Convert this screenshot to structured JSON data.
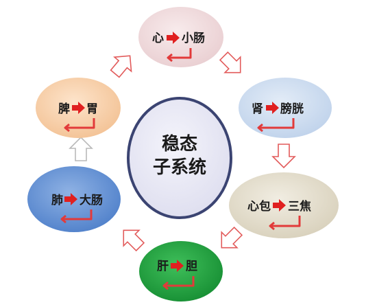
{
  "center": {
    "line1": "稳态",
    "line2": "子系统"
  },
  "nodes": [
    {
      "id": "heart",
      "from": "心",
      "to": "小肠",
      "fill": "#ebd3d5"
    },
    {
      "id": "kidney",
      "from": "肾",
      "to": "膀胱",
      "fill": "#c6d6ec"
    },
    {
      "id": "pericardium",
      "from": "心包",
      "to": "三焦",
      "fill": "#ddd6c3"
    },
    {
      "id": "liver",
      "from": "肝",
      "to": "胆",
      "fill": "#1f9a3e"
    },
    {
      "id": "lung",
      "from": "肺",
      "to": "大肠",
      "fill": "#5f8ed2"
    },
    {
      "id": "spleen",
      "from": "脾",
      "to": "胃",
      "fill": "#f6cda5"
    }
  ],
  "colors": {
    "arrow_red": "#e02020",
    "cycle_arrow_stroke": "#e23a3a",
    "gray_arrow": "#b9b9b9",
    "center_fill": "#e6e6f3",
    "center_stroke": "#3b4472"
  }
}
